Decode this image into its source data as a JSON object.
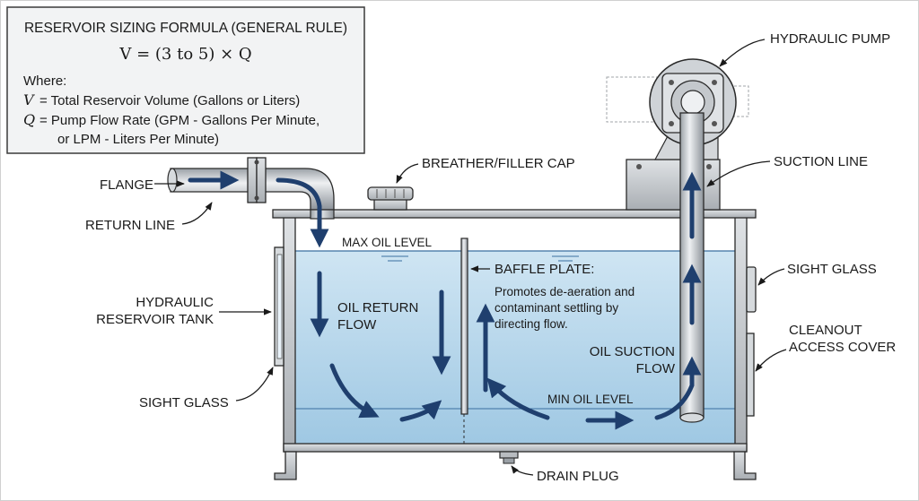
{
  "formula": {
    "title": "RESERVOIR SIZING FORMULA (GENERAL RULE)",
    "equation": "V = (3 to 5) × Q",
    "where": "Where:",
    "v_symbol": "V",
    "v_def": "= Total Reservoir Volume (Gallons or Liters)",
    "q_symbol": "Q",
    "q_def_line1": "= Pump Flow Rate (GPM - Gallons Per Minute,",
    "q_def_line2": "or LPM - Liters Per Minute)"
  },
  "labels": {
    "hydraulic_pump": "HYDRAULIC PUMP",
    "flange": "FLANGE",
    "return_line": "RETURN LINE",
    "breather_cap": "BREATHER/FILLER CAP",
    "suction_line": "SUCTION LINE",
    "max_oil_level": "MAX OIL LEVEL",
    "baffle_title": "BAFFLE PLATE:",
    "baffle_desc_1": "Promotes de-aeration and",
    "baffle_desc_2": "contaminant settling by",
    "baffle_desc_3": "directing flow.",
    "sight_glass_right": "SIGHT GLASS",
    "tank_line1": "HYDRAULIC",
    "tank_line2": "RESERVOIR TANK",
    "oil_return_1": "OIL RETURN",
    "oil_return_2": "FLOW",
    "cleanout_1": "CLEANOUT",
    "cleanout_2": "ACCESS COVER",
    "oil_suction_1": "OIL SUCTION",
    "oil_suction_2": "FLOW",
    "sight_glass_left": "SIGHT GLASS",
    "min_oil_level": "MIN OIL LEVEL",
    "drain_plug": "DRAIN PLUG"
  },
  "colors": {
    "oil": "#b9d8ec",
    "arrow": "#1f3f6e",
    "steel": "#c9ccd0",
    "outline": "#2a2a2a"
  }
}
